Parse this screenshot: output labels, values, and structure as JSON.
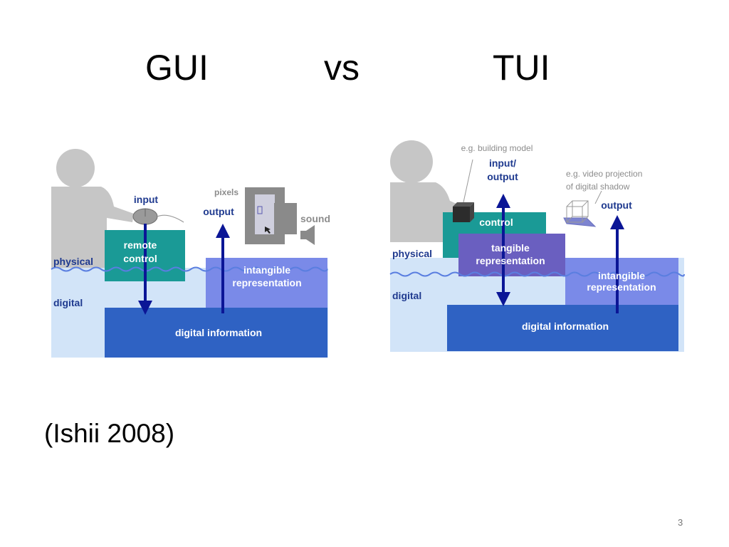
{
  "slide": {
    "title_gui": "GUI",
    "title_vs": "vs",
    "title_tui": "TUI",
    "citation": "(Ishii 2008)",
    "page_number": "3"
  },
  "gui_diagram": {
    "input": "input",
    "output": "output",
    "pixels": "pixels",
    "sound": "sound",
    "remote_control": [
      "remote",
      "control"
    ],
    "physical": "physical",
    "digital": "digital",
    "intangible_representation": [
      "intangible",
      "representation"
    ],
    "digital_information": "digital information"
  },
  "tui_diagram": {
    "building_model_note": "e.g. building model",
    "input_output": [
      "input/",
      "output"
    ],
    "video_projection_note": [
      "e.g. video projection",
      "of digital shadow"
    ],
    "output": "output",
    "control": "control",
    "tangible_representation": [
      "tangible",
      "representation"
    ],
    "physical": "physical",
    "digital": "digital",
    "intangible_representation": [
      "intangible",
      "representation"
    ],
    "digital_information": "digital information"
  },
  "colors": {
    "teal": "#1a9a96",
    "purple": "#6a5fc0",
    "light_blue": "#d2e4f8",
    "mid_blue": "#7a8ae8",
    "dark_blue": "#2f62c3",
    "arrow": "#0b1696",
    "label_blue": "#1f3a8f",
    "person_gray": "#c6c6c6"
  }
}
